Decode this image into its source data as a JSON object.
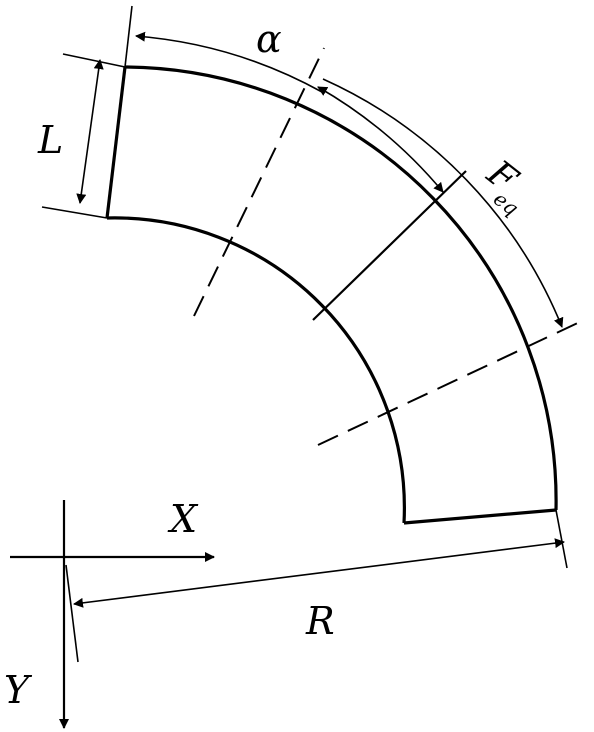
{
  "labels": {
    "alpha": "α",
    "length": "L",
    "force_main": "F",
    "force_sub": "eq",
    "radius": "R",
    "axis_x": "X",
    "axis_y": "Y"
  },
  "colors": {
    "ink": "#000000",
    "background": "#ffffff"
  }
}
